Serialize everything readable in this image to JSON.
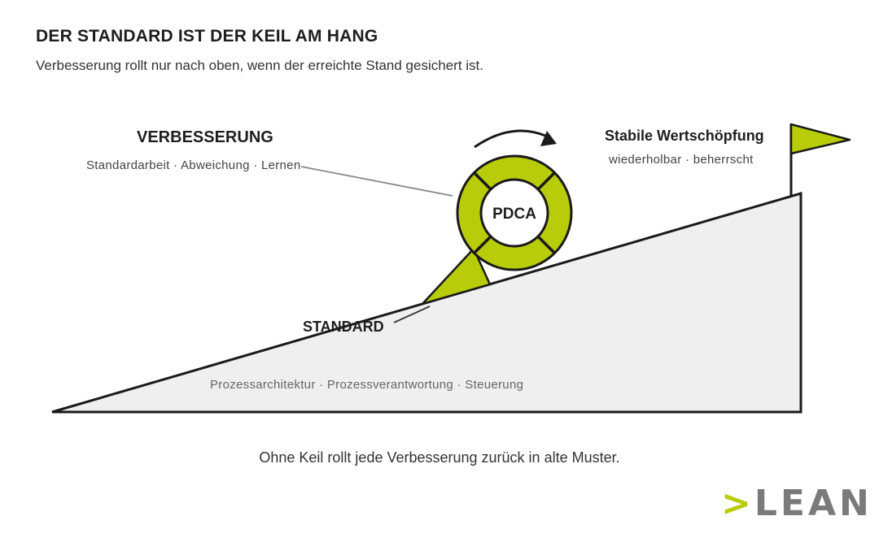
{
  "header": {
    "title": "DER STANDARD IST DER KEIL AM HANG",
    "subtitle": "Verbesserung rollt nur nach oben, wenn der erreichte Stand gesichert ist."
  },
  "improvement": {
    "title": "VERBESSERUNG",
    "detail": "Standardarbeit · Abweichung · Lernen",
    "wheel_label": "PDCA"
  },
  "standard": {
    "title": "STANDARD"
  },
  "slope": {
    "detail": "Prozessarchitektur · Prozessverantwortung · Steuerung"
  },
  "goal": {
    "title": "Stabile Wertschöpfung",
    "detail": "wiederholbar · beherrscht"
  },
  "footer": {
    "text": "Ohne Keil rollt jede Verbesserung zurück in alte Muster."
  },
  "logo": {
    "chevron": ">",
    "word": "LEAN"
  },
  "colors": {
    "accent": "#b9cc0a",
    "slope_fill": "#efefef",
    "outline": "#1a1a1a",
    "logo_gray": "#7a7a7a"
  },
  "icons": {
    "rotation": "curved-arrow-icon",
    "goal": "flag-icon"
  }
}
